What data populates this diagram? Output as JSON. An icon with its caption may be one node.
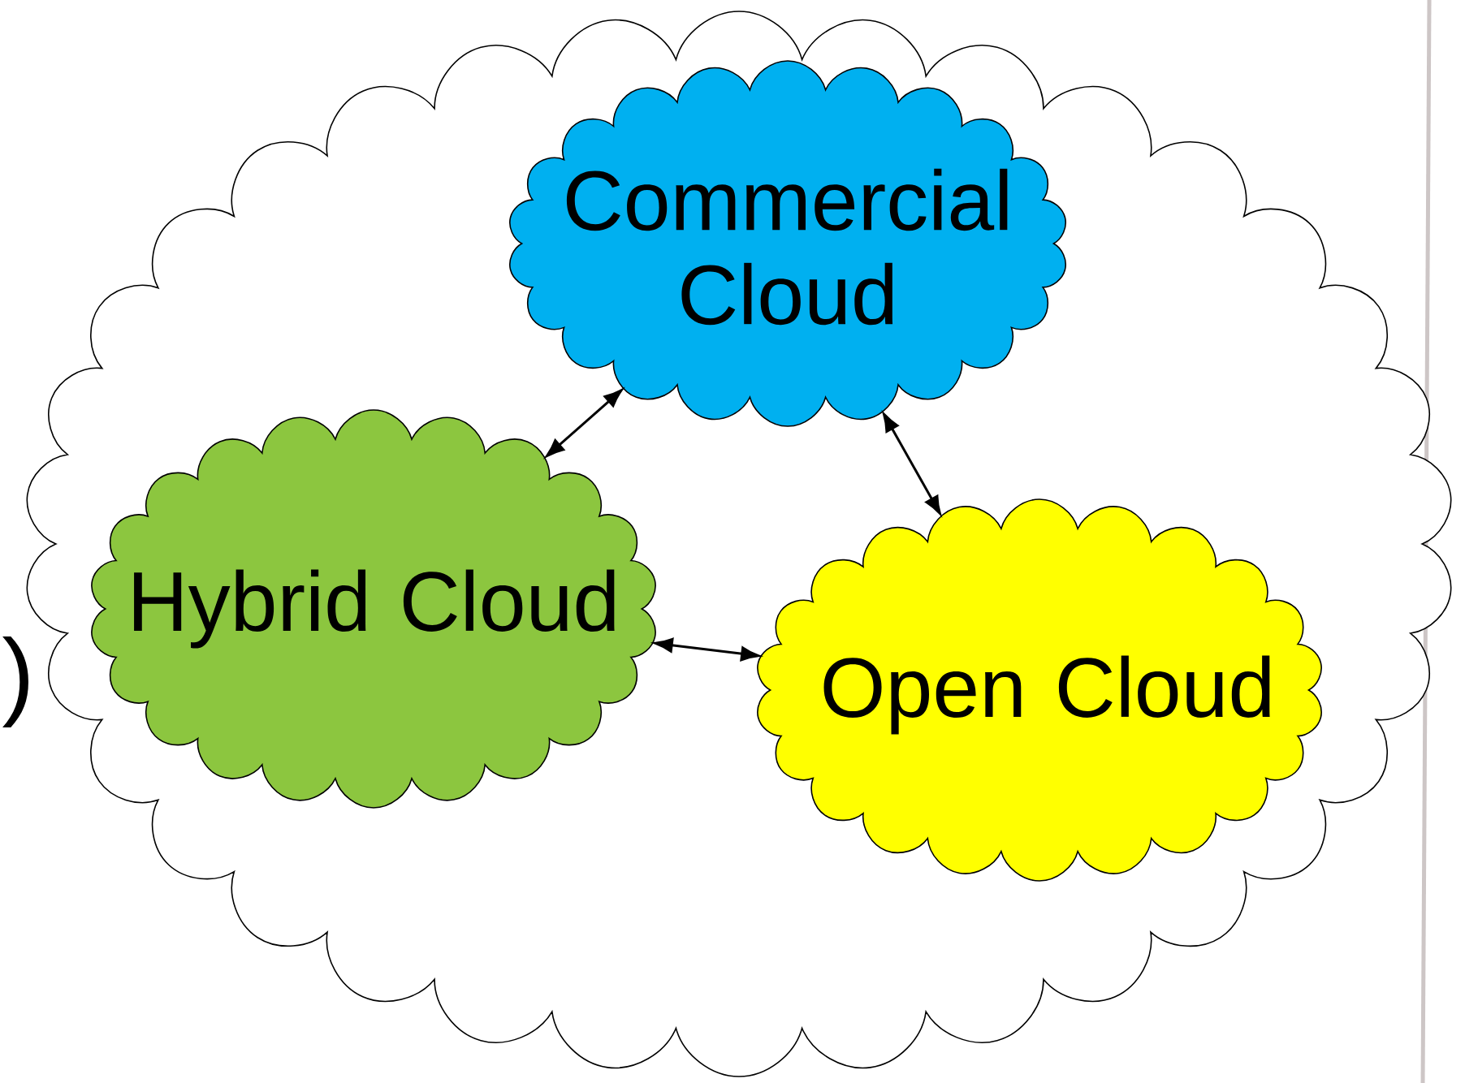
{
  "diagram": {
    "nodes": [
      {
        "text": [],
        "shape": "cloud"
      },
      {
        "text": [
          "Commercial Cloud"
        ],
        "in": 0
      },
      {
        "text": [
          "Hybrid Cloud"
        ],
        "in": 0
      },
      {
        "text": [
          "Open Cloud"
        ],
        "in": 0
      }
    ],
    "edges": [
      {
        "from": 1,
        "to": 2,
        "arrow": "both"
      },
      {
        "from": 1,
        "to": 3,
        "arrow": "both"
      },
      {
        "from": 2,
        "to": 3,
        "arrow": "both"
      }
    ],
    "labels": [
      ")"
    ]
  }
}
